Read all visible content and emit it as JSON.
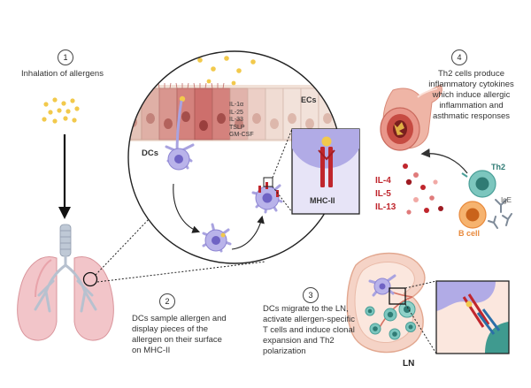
{
  "steps": [
    {
      "num": "1",
      "text": "Inhalation of allergens"
    },
    {
      "num": "2",
      "text": "DCs sample allergen and display pieces of the allergen on their surface on MHC-II"
    },
    {
      "num": "3",
      "text": "DCs migrate to the LN, activate allergen-specific T cells and induce clonal expansion and Th2 polarization"
    },
    {
      "num": "4",
      "text": "Th2 cells produce inflammatory cytokines which induce allergic inflammation and asthmatic responses"
    }
  ],
  "epithelium_cytokines": [
    "IL-1α",
    "IL-25",
    "IL-33",
    "TSLP",
    "GM-CSF"
  ],
  "labels": {
    "ecs": "ECs",
    "dcs": "DCs",
    "mhc": "MHC-II",
    "th2": "Th2",
    "ige": "IgE",
    "bcell": "B cell",
    "ln": "LN"
  },
  "th2_cytokines": [
    "IL-4",
    "IL-5",
    "IL-13"
  ],
  "colors": {
    "accent_red": "#c0262d",
    "dc_purple": "#a9a3e0",
    "th2_teal": "#4a9f98",
    "bcell_orange": "#e8893b",
    "allergen_yellow": "#f2c94c"
  }
}
